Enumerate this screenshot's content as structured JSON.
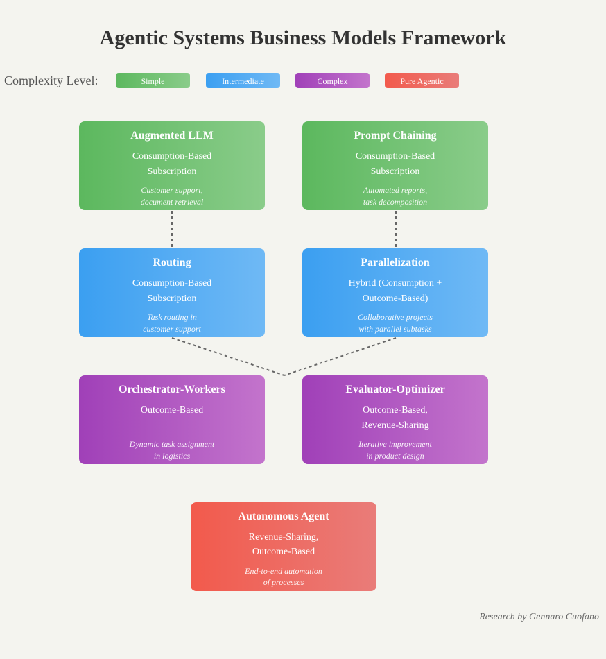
{
  "title": "Agentic Systems Business Models Framework",
  "legend": {
    "label": "Complexity Level:",
    "items": [
      {
        "label": "Simple",
        "color": "#5cb85e"
      },
      {
        "label": "Intermediate",
        "color": "#3b9ff1"
      },
      {
        "label": "Complex",
        "color": "#a040b8"
      },
      {
        "label": "Pure Agentic",
        "color": "#f25a4c"
      }
    ]
  },
  "cards": {
    "augmented_llm": {
      "title": "Augmented LLM",
      "model": [
        "Consumption-Based",
        "Subscription"
      ],
      "example": [
        "Customer support,",
        "document retrieval"
      ]
    },
    "prompt_chaining": {
      "title": "Prompt Chaining",
      "model": [
        "Consumption-Based",
        "Subscription"
      ],
      "example": [
        "Automated reports,",
        "task decomposition"
      ]
    },
    "routing": {
      "title": "Routing",
      "model": [
        "Consumption-Based",
        "Subscription"
      ],
      "example": [
        "Task routing in",
        "customer support"
      ]
    },
    "parallelization": {
      "title": "Parallelization",
      "model": [
        "Hybrid (Consumption +",
        "Outcome-Based)"
      ],
      "example": [
        "Collaborative projects",
        "with parallel subtasks"
      ]
    },
    "orchestrator_workers": {
      "title": "Orchestrator-Workers",
      "model": [
        "Outcome-Based"
      ],
      "example": [
        "Dynamic task assignment",
        "in logistics"
      ]
    },
    "evaluator_optimizer": {
      "title": "Evaluator-Optimizer",
      "model": [
        "Outcome-Based,",
        "Revenue-Sharing"
      ],
      "example": [
        "Iterative improvement",
        "in product design"
      ]
    },
    "autonomous_agent": {
      "title": "Autonomous Agent",
      "model": [
        "Revenue-Sharing,",
        "Outcome-Based"
      ],
      "example": [
        "End-to-end automation",
        "of processes"
      ]
    }
  },
  "credit": "Research by Gennaro Cuofano"
}
